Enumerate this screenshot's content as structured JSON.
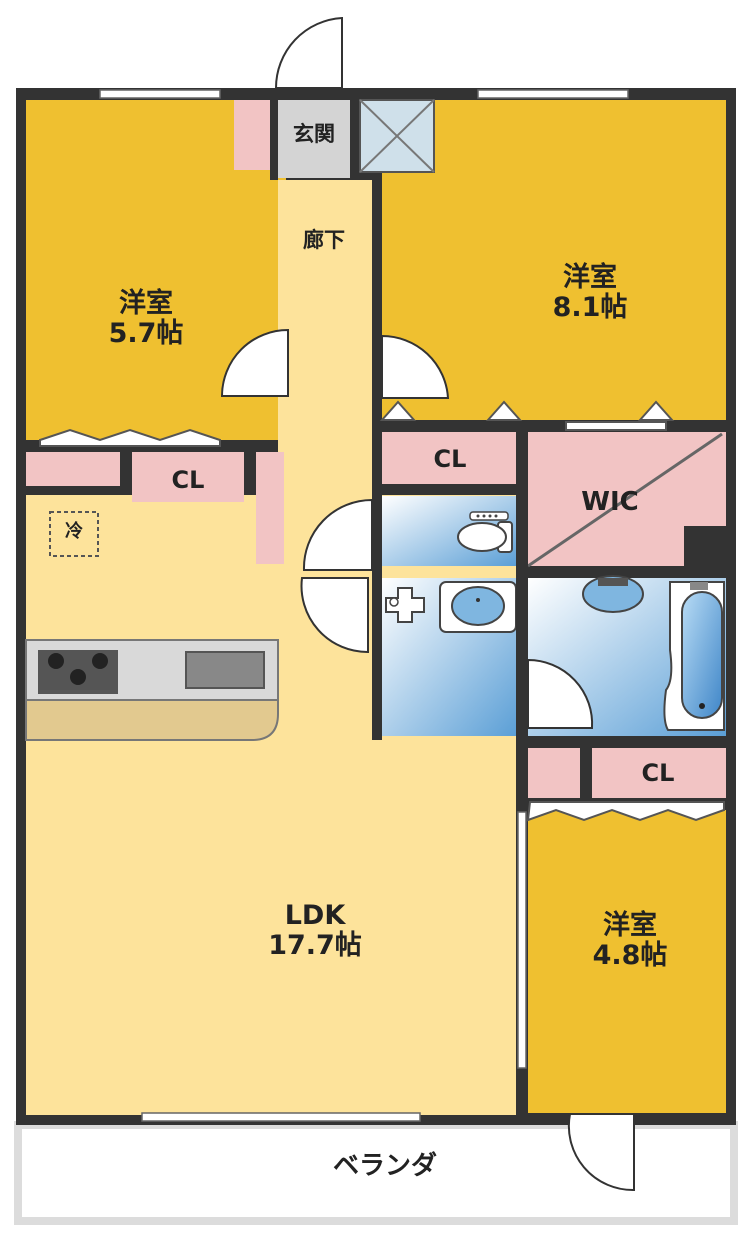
{
  "colors": {
    "wall": "#333333",
    "western_room": "#efc030",
    "ldk": "#fde39b",
    "closet": "#f2c4c4",
    "water": "#cfe5f5",
    "veranda": "#ffffff",
    "veranda_border": "#dddddd",
    "counter": "#e2c98f",
    "kitchen_top": "#d9d9d9",
    "stove": "#555555"
  },
  "rooms": {
    "entrance": "玄関",
    "hallway": "廊下",
    "western_nw": {
      "name": "洋室",
      "size": "5.7帖"
    },
    "western_ne": {
      "name": "洋室",
      "size": "8.1帖"
    },
    "western_se": {
      "name": "洋室",
      "size": "4.8帖"
    },
    "ldk": {
      "name": "LDK",
      "size": "17.7帖"
    },
    "closet_w": "CL",
    "closet_mid": "CL",
    "closet_se": "CL",
    "wic": "WIC",
    "fridge": "冷",
    "veranda": "ベランダ"
  },
  "icons": {
    "toilet": "toilet-icon",
    "washbasin": "washbasin-icon",
    "bathtub": "bathtub-icon",
    "stove": "stove-icon",
    "sink": "sink-icon",
    "pipe_space": "pipe-space-icon"
  }
}
